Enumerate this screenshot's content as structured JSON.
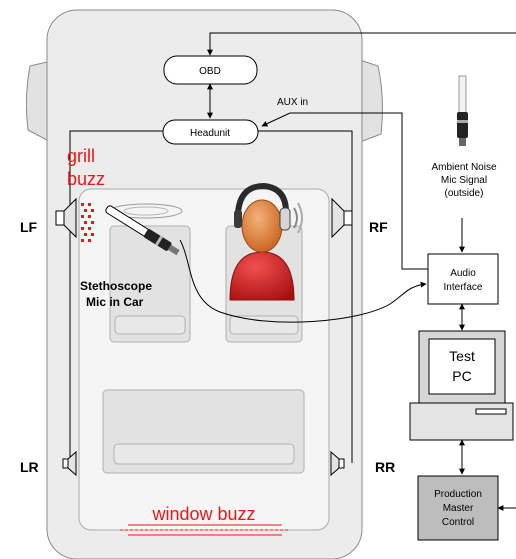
{
  "labels": {
    "obd": "OBD",
    "headunit": "Headunit",
    "aux_in": "AUX in",
    "grill_buzz_1": "grill",
    "grill_buzz_2": "buzz",
    "lf": "LF",
    "rf": "RF",
    "lr": "LR",
    "rr": "RR",
    "stethoscope_1": "Stethoscope",
    "stethoscope_2": "Mic in Car",
    "ambient_1": "Ambient Noise",
    "ambient_2": "Mic Signal",
    "ambient_3": "(outside)",
    "audio_interface_1": "Audio",
    "audio_interface_2": "Interface",
    "test_pc_1": "Test",
    "test_pc_2": "PC",
    "production_1": "Production",
    "production_2": "Master",
    "production_3": "Control",
    "window_buzz": "window buzz"
  },
  "colors": {
    "buzz_red": "#e81818",
    "car_body": "#ececec",
    "car_outline": "#8a8a8a",
    "production_fill": "#bdbdbd",
    "head_skin": "#e07a30",
    "shirt_red": "#d21e1e"
  },
  "icons": [
    "speaker-icon",
    "microphone-icon",
    "headphones-person-icon",
    "computer-icon",
    "turntable-icon"
  ]
}
